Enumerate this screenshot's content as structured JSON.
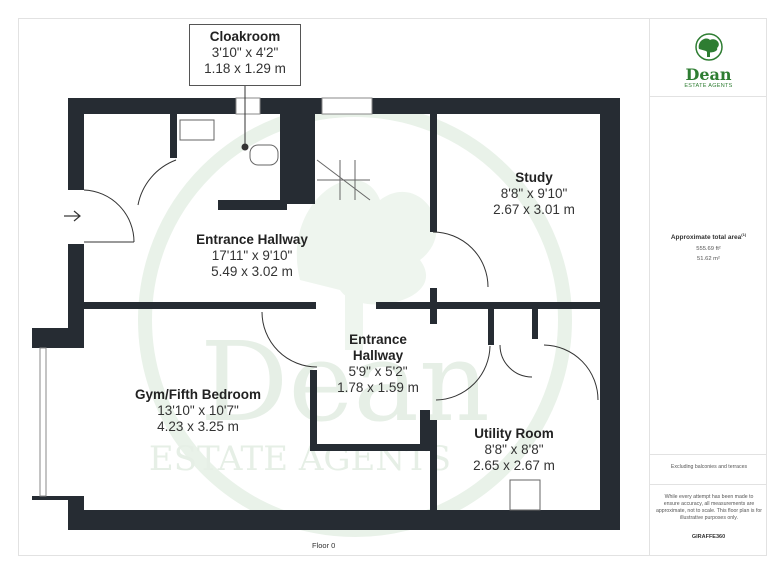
{
  "plan": {
    "rooms": [
      {
        "id": "cloakroom",
        "name": "Cloakroom",
        "dim_imperial": "3'10\" x 4'2\"",
        "dim_metric": "1.18 x 1.29 m"
      },
      {
        "id": "entrance-hallway-main",
        "name": "Entrance Hallway",
        "dim_imperial": "17'11\" x 9'10\"",
        "dim_metric": "5.49 x 3.02 m"
      },
      {
        "id": "study",
        "name": "Study",
        "dim_imperial": "8'8\" x 9'10\"",
        "dim_metric": "2.67 x 3.01 m"
      },
      {
        "id": "entrance-hallway-small",
        "name_line1": "Entrance",
        "name_line2": "Hallway",
        "dim_imperial": "5'9\" x 5'2\"",
        "dim_metric": "1.78 x 1.59 m"
      },
      {
        "id": "gym",
        "name": "Gym/Fifth Bedroom",
        "dim_imperial": "13'10\" x 10'7\"",
        "dim_metric": "4.23 x 3.25 m"
      },
      {
        "id": "utility",
        "name": "Utility Room",
        "dim_imperial": "8'8\" x 8'8\"",
        "dim_metric": "2.65 x 2.67 m"
      }
    ],
    "floor_label": "Floor 0",
    "watermark_text": "Dean",
    "watermark_sub": "ESTATE AGENTS"
  },
  "sidebar": {
    "logo_word": "Dean",
    "logo_sub": "ESTATE AGENTS",
    "area_title": "Approximate total area",
    "area_sup": "(1)",
    "area_sqft": "555.69 ft²",
    "area_sqm": "51.62 m²",
    "note_balconies": "Excluding balconies and terraces",
    "disclaimer": "While every attempt has been made to ensure accuracy, all measurements are approximate, not to scale. This floor plan is for illustrative purposes only.",
    "brand": "GIRAFFE360"
  },
  "colors": {
    "wall": "#262c33",
    "logo_green": "#2e7d32",
    "watermark": "#e8f1e8"
  }
}
